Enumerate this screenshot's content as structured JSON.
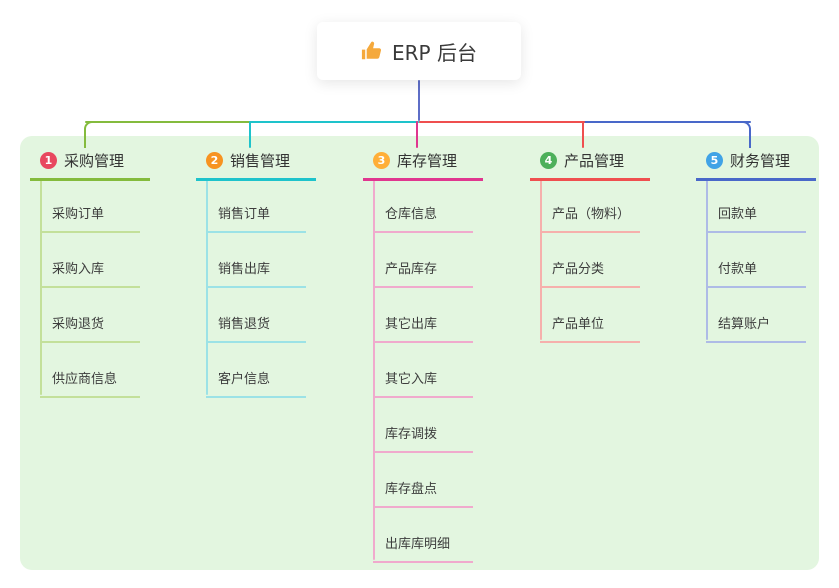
{
  "root": {
    "label": "ERP 后台",
    "icon": "thumbs-up-icon",
    "icon_color": "#f5a93c"
  },
  "canvas": {
    "background": "#ffffff",
    "panel_background": "#e3f6e0",
    "root_line_color": "#5e6ec7"
  },
  "branches": [
    {
      "badge": "1",
      "badge_color": "#e8485f",
      "label": "采购管理",
      "line_color": "#84bb3d",
      "child_line_color": "#c3e09a",
      "children": [
        "采购订单",
        "采购入库",
        "采购退货",
        "供应商信息"
      ]
    },
    {
      "badge": "2",
      "badge_color": "#f79321",
      "label": "销售管理",
      "line_color": "#1ec3cb",
      "child_line_color": "#9ce2e6",
      "children": [
        "销售订单",
        "销售出库",
        "销售退货",
        "客户信息"
      ]
    },
    {
      "badge": "3",
      "badge_color": "#ffaf38",
      "label": "库存管理",
      "line_color": "#e0368f",
      "child_line_color": "#f0aacd",
      "children": [
        "仓库信息",
        "产品库存",
        "其它出库",
        "其它入库",
        "库存调拨",
        "库存盘点",
        "出库库明细"
      ]
    },
    {
      "badge": "4",
      "badge_color": "#4db05b",
      "label": "产品管理",
      "line_color": "#ef4f4f",
      "child_line_color": "#f6b0ac",
      "children": [
        "产品（物料）",
        "产品分类",
        "产品单位"
      ]
    },
    {
      "badge": "5",
      "badge_color": "#41a3e6",
      "label": "财务管理",
      "line_color": "#4968c9",
      "child_line_color": "#aebbe6",
      "children": [
        "回款单",
        "付款单",
        "结算账户"
      ]
    }
  ]
}
